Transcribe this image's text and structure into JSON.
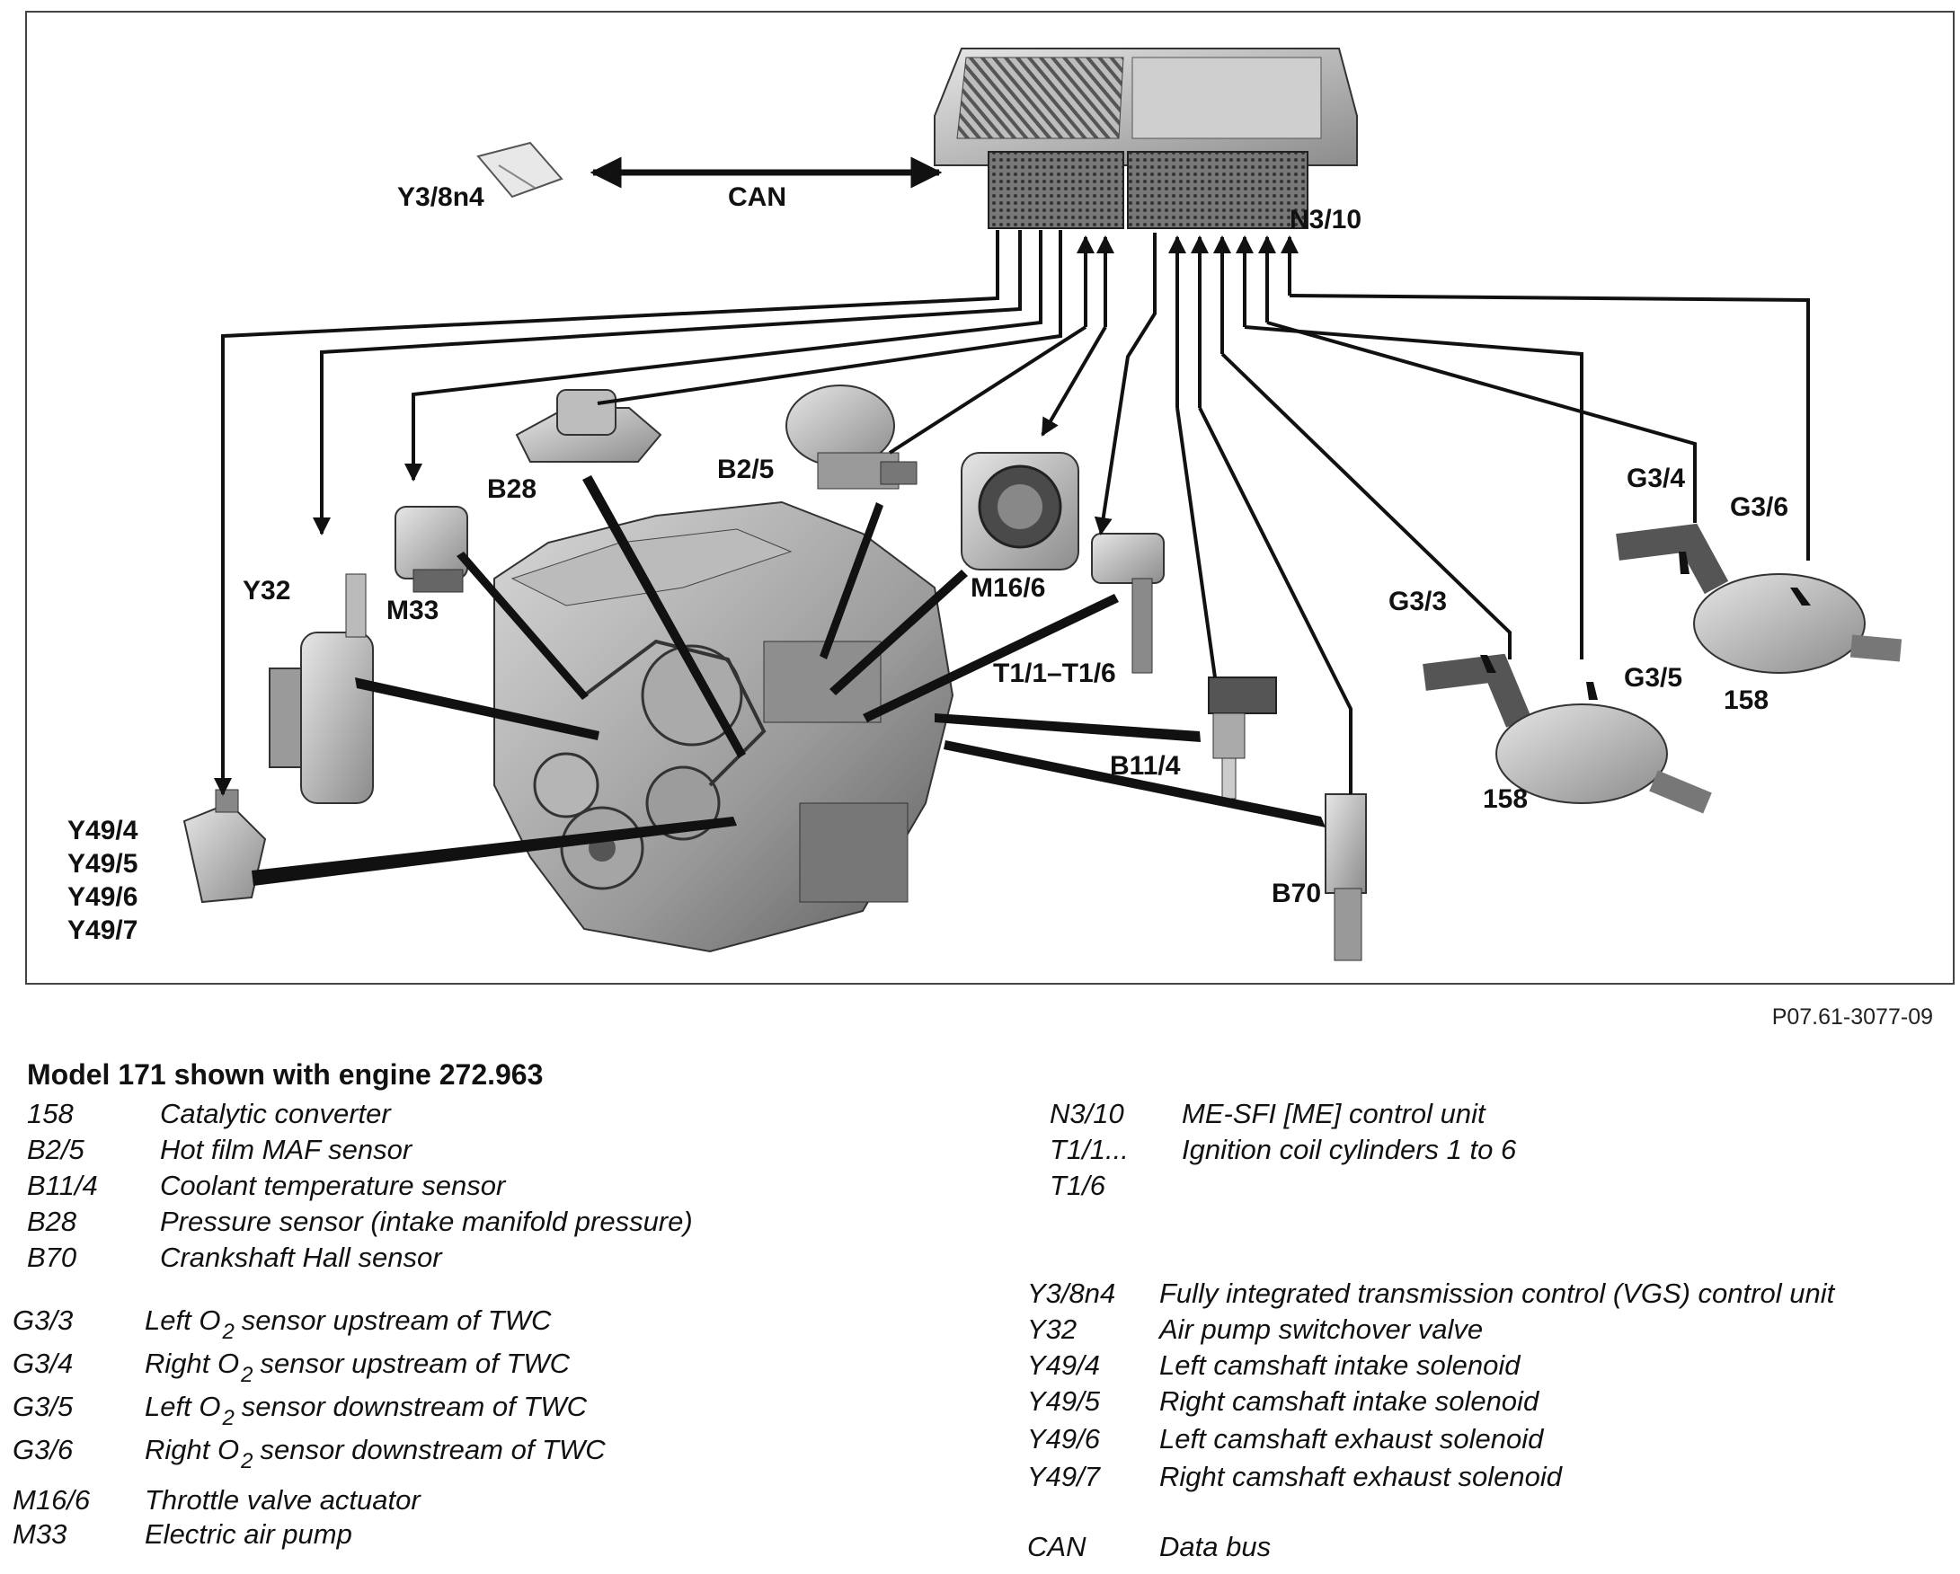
{
  "diagram": {
    "labels": {
      "y3_8n4": "Y3/8n4",
      "can": "CAN",
      "n3_10": "N3/10",
      "b28": "B28",
      "b2_5": "B2/5",
      "m16_6": "M16/6",
      "m33": "M33",
      "y32": "Y32",
      "t1_1_t1_6": "T1/1–T1/6",
      "b11_4": "B11/4",
      "b70": "B70",
      "y49_4": "Y49/4",
      "y49_5": "Y49/5",
      "y49_6": "Y49/6",
      "y49_7": "Y49/7",
      "g3_4": "G3/4",
      "g3_6": "G3/6",
      "g3_3": "G3/3",
      "g3_5": "G3/5",
      "cat_upper": "158",
      "cat_lower": "158"
    }
  },
  "figure_ref": "P07.61-3077-09",
  "legend": {
    "title": "Model 171 shown with engine 272.963",
    "col1_group1": [
      {
        "code": "158",
        "desc": "Catalytic converter"
      },
      {
        "code": "B2/5",
        "desc": "Hot film MAF sensor"
      },
      {
        "code": "B11/4",
        "desc": "Coolant temperature sensor"
      },
      {
        "code": "B28",
        "desc": "Pressure sensor (intake manifold pressure)"
      },
      {
        "code": "B70",
        "desc": "Crankshaft Hall sensor"
      }
    ],
    "col1_o2": [
      {
        "code": "G3/3",
        "pre": "Left O",
        "sub": "2",
        "post": "sensor upstream of TWC"
      },
      {
        "code": "G3/4",
        "pre": "Right O",
        "sub": "2",
        "post": "sensor upstream of TWC"
      },
      {
        "code": "G3/5",
        "pre": "Left O",
        "sub": "2",
        "post": "sensor downstream of TWC"
      },
      {
        "code": "G3/6",
        "pre": "Right O",
        "sub": "2",
        "post": "sensor downstream of TWC"
      }
    ],
    "col1_group3": [
      {
        "code": "M16/6",
        "desc": "Throttle valve actuator"
      },
      {
        "code": "M33",
        "desc": "Electric air pump"
      }
    ],
    "col2_group1": [
      {
        "code": "N3/10",
        "desc": "ME-SFI [ME] control unit"
      },
      {
        "code": "T1/1...",
        "desc": "Ignition coil cylinders 1 to 6"
      },
      {
        "code": "T1/6",
        "desc": ""
      }
    ],
    "col2_group2": [
      {
        "code": "Y3/8n4",
        "desc": "Fully integrated transmission control (VGS) control unit"
      },
      {
        "code": "Y32",
        "desc": "Air pump switchover valve"
      },
      {
        "code": "Y49/4",
        "desc": "Left camshaft intake solenoid"
      },
      {
        "code": "Y49/5",
        "desc": "Right camshaft intake solenoid"
      },
      {
        "code": "Y49/6",
        "desc": "Left camshaft exhaust solenoid"
      },
      {
        "code": "Y49/7",
        "desc": "Right camshaft exhaust solenoid"
      }
    ],
    "col2_group3": [
      {
        "code": "CAN",
        "desc": "Data bus"
      }
    ]
  }
}
